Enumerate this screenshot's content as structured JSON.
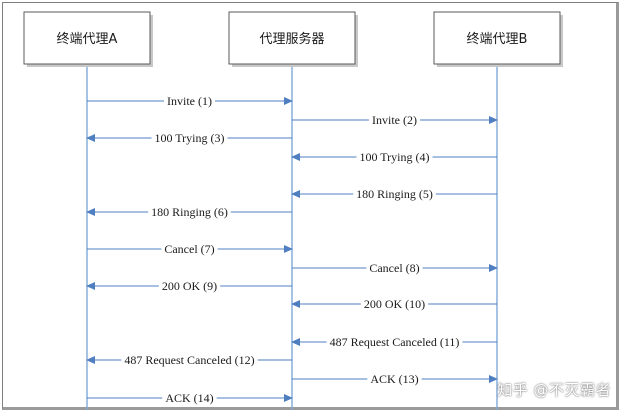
{
  "actors": [
    {
      "id": "A",
      "label": "终端代理A"
    },
    {
      "id": "P",
      "label": "代理服务器"
    },
    {
      "id": "B",
      "label": "终端代理B"
    }
  ],
  "messages": [
    {
      "label": "Invite (1)",
      "from": "A",
      "to": "P"
    },
    {
      "label": "Invite (2)",
      "from": "P",
      "to": "B"
    },
    {
      "label": "100 Trying (3)",
      "from": "P",
      "to": "A"
    },
    {
      "label": "100 Trying (4)",
      "from": "B",
      "to": "P"
    },
    {
      "label": "180 Ringing (5)",
      "from": "B",
      "to": "P"
    },
    {
      "label": "180 Ringing (6)",
      "from": "P",
      "to": "A"
    },
    {
      "label": "Cancel (7)",
      "from": "A",
      "to": "P"
    },
    {
      "label": "Cancel (8)",
      "from": "P",
      "to": "B"
    },
    {
      "label": "200 OK (9)",
      "from": "P",
      "to": "A"
    },
    {
      "label": "200 OK (10)",
      "from": "B",
      "to": "P"
    },
    {
      "label": "487 Request Canceled (11)",
      "from": "B",
      "to": "P"
    },
    {
      "label": "487 Request Canceled (12)",
      "from": "P",
      "to": "A"
    },
    {
      "label": "ACK (13)",
      "from": "P",
      "to": "B"
    },
    {
      "label": "ACK (14)",
      "from": "A",
      "to": "P"
    }
  ],
  "colors": {
    "lifeline": "#7fa7d8",
    "arrow": "#4f7fc0",
    "box_border": "#5a5a5a",
    "box_fill": "#ffffff"
  },
  "watermark": "知乎 @不灭霸者"
}
